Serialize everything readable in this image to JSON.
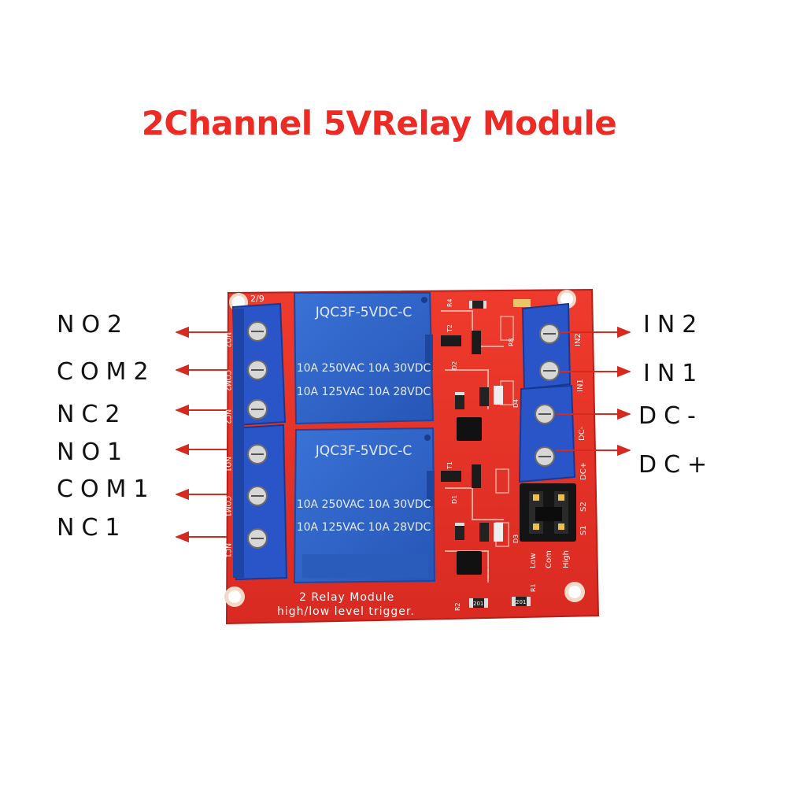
{
  "title": "2Channel 5VRelay Module",
  "left_labels": [
    "NO2",
    "COM2",
    "NC2",
    "NO1",
    "COM1",
    "NC1"
  ],
  "right_labels": [
    "IN2",
    "IN1",
    "DC-",
    "DC+"
  ],
  "relay": {
    "model": "JQC3F-5VDC-C",
    "rating_line1": "10A 250VAC 10A 30VDC",
    "rating_line2": "10A 125VAC 10A 28VDC"
  },
  "silkscreen": {
    "line1": "2 Relay  Module",
    "line2": "high/low level trigger.",
    "top_mark": "2/9",
    "left_pins": [
      "NO2",
      "COM2",
      "NC2",
      "NO1",
      "COM1",
      "NC1"
    ],
    "right_pins": [
      "IN2",
      "IN1",
      "DC-",
      "DC+"
    ],
    "jumper_labels": [
      "Low",
      "Com",
      "High"
    ],
    "jumper_pins": [
      "S1",
      "S2"
    ],
    "parts": [
      "D1",
      "D2",
      "D3",
      "D4",
      "R1",
      "R2",
      "T1",
      "T2",
      "R4",
      "R8"
    ],
    "smd_code": "201"
  },
  "colors": {
    "title": "#ee2a24",
    "pcb": "#e8322a",
    "relay": "#2e64c6",
    "terminal": "#2a55c9",
    "arrow": "#d42a20"
  }
}
